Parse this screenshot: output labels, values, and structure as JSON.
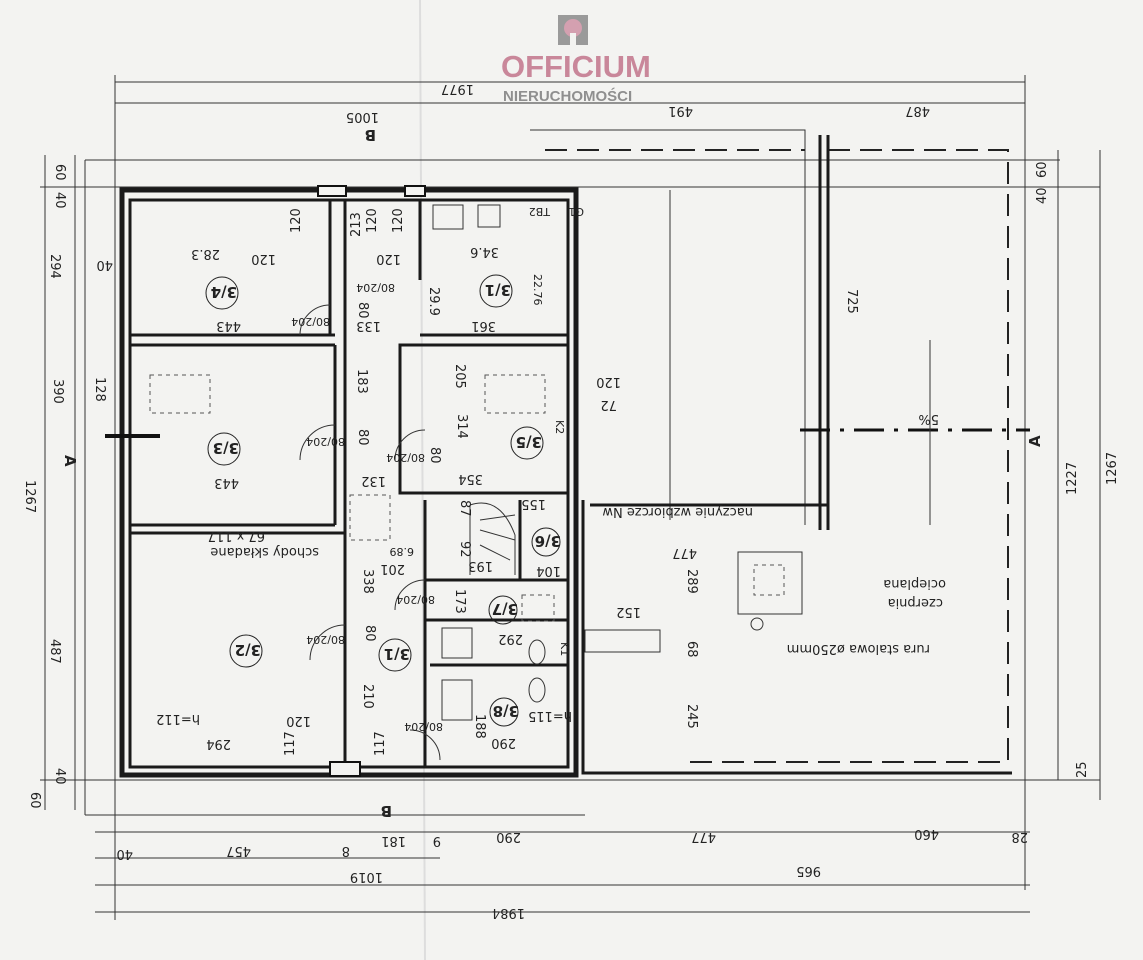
{
  "logo": {
    "name": "OFFICIUM",
    "sub": "NIERUCHOMOŚCI",
    "colors": {
      "brand": "#c9879a",
      "grey": "#8f8f8f"
    }
  },
  "dims": {
    "top_total": "1977",
    "top_left": "1005",
    "top_mid": "491",
    "top_right": "487",
    "left_60a": "60",
    "left_40a": "40",
    "left_294": "294",
    "left_390": "390",
    "left_1267": "1267",
    "left_487": "487",
    "left_40b": "40",
    "left_60b": "60",
    "right_60": "60",
    "right_40": "40",
    "right_1227": "1227",
    "right_1267": "1267",
    "right_25": "25",
    "right_725": "725",
    "bot_40": "40",
    "bot_457": "457",
    "bot_8": "8",
    "bot_181": "181",
    "bot_9": "9",
    "bot_290": "290",
    "bot_477": "477",
    "bot_460": "460",
    "bot_28": "28",
    "bot_1019": "1019",
    "bot_965": "965",
    "bot_1984": "1984",
    "in_443a": "443",
    "in_133": "133",
    "in_361": "361",
    "in_443b": "443",
    "in_132": "132",
    "in_354": "354",
    "in_294": "294",
    "in_290": "290",
    "in_120a": "120",
    "in_120b": "120",
    "in_120c": "120",
    "in_120d": "120",
    "in_120e": "120",
    "in_120f": "120",
    "in_120g": "120",
    "in_213": "213",
    "in_40": "40",
    "in_80a": "80",
    "in_80b": "80",
    "in_80c": "80",
    "in_80d": "80",
    "in_183": "183",
    "in_205": "205",
    "in_314": "314",
    "in_338": "338",
    "in_210": "210",
    "in_289": "289",
    "in_68": "68",
    "in_245": "245",
    "in_477": "477",
    "in_152": "152",
    "in_193": "193",
    "in_201": "201",
    "in_173": "173",
    "in_188": "188",
    "in_117a": "117",
    "in_117b": "117",
    "in_72": "72",
    "in_128": "128",
    "in_155": "155",
    "in_104": "104",
    "in_92": "92",
    "in_87": "87",
    "in_292": "292"
  },
  "rooms": {
    "r34": "3/4",
    "r33": "3/3",
    "r32": "3/2",
    "r31a": "3/1",
    "r35": "3/5",
    "r36": "3/6",
    "r37": "3/7",
    "r31b": "3/1",
    "r38": "3/8"
  },
  "areas": {
    "a34": "28.3",
    "a31": "34.6",
    "a299": "29.9",
    "a2276": "22.76"
  },
  "doors": {
    "d1": "80/204",
    "d2": "80/204",
    "d3": "80/204",
    "d4": "80/204",
    "d5": "80/204",
    "d6": "80/204",
    "d7": "80/204"
  },
  "notes": {
    "stairs": "schody składane",
    "stairs_size": "67 x 117",
    "stairs_h": "6.89",
    "tank": "naczynie wzbiorcze Nw",
    "intake1": "czerpnia",
    "intake2": "ocieplana",
    "pipe": "rura stalowa ø250mm",
    "h1": "h=112",
    "h2": "h=115",
    "slope": "5%",
    "tb2": "TB2",
    "g1": "G1",
    "k1": "K1",
    "k2": "K2"
  },
  "sections": {
    "a_left": "A",
    "a_right": "A",
    "b_top": "B",
    "b_bottom": "B"
  }
}
